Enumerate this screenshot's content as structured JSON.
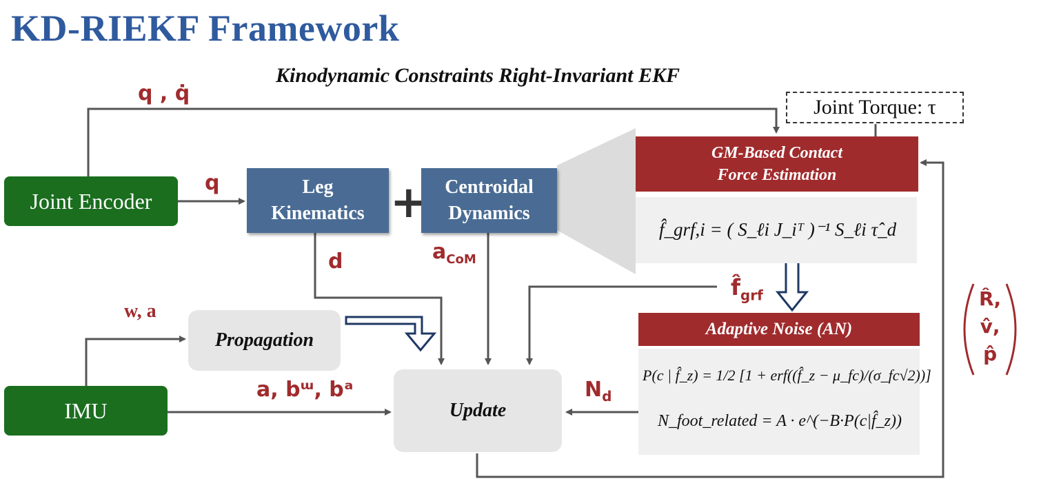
{
  "title": "KD-RIEKF Framework",
  "subtitle": "Kinodynamic Constraints Right-Invariant  EKF",
  "blocks": {
    "joint_encoder": "Joint Encoder",
    "imu": "IMU",
    "leg_kinematics": [
      "Leg",
      "Kinematics"
    ],
    "plus": "+",
    "centroidal_dynamics": [
      "Centroidal",
      "Dynamics"
    ],
    "propagation": "Propagation",
    "update": "Update",
    "gm_contact": [
      "GM-Based Contact",
      "Force Estimation"
    ],
    "adaptive_noise": "Adaptive Noise (AN)",
    "joint_torque": "Joint Torque: τ"
  },
  "labels": {
    "q_qdot": "q , q̇",
    "q": "q",
    "d": "d",
    "a_com": "a",
    "a_com_sub": "CoM",
    "w_a": "w,  a",
    "a_b": "a, bᵚ, bᵃ",
    "f_grf": "f̂",
    "f_grf_sub": "grf",
    "n_d": "N",
    "n_d_sub": "d",
    "state_R": "R̂,",
    "state_v": "v̂,",
    "state_p": "p̂"
  },
  "equations": {
    "grf": "f̂_grf,i = ( S_ℓi J_iᵀ )⁻¹ S_ℓi τ̂_d",
    "prob": "P(c | f̂_z) = 1/2 [1 + erf((f̂_z − μ_fc)/(σ_fc√2))]",
    "noise": "N_foot_related = A · e^(−B·P(c|f̂_z))"
  },
  "colors": {
    "title_blue": "#2f5a9e",
    "red": "#a02b2d",
    "green": "#1a6e1e",
    "steel": "#4a6c94",
    "navy": "#1f3864"
  }
}
